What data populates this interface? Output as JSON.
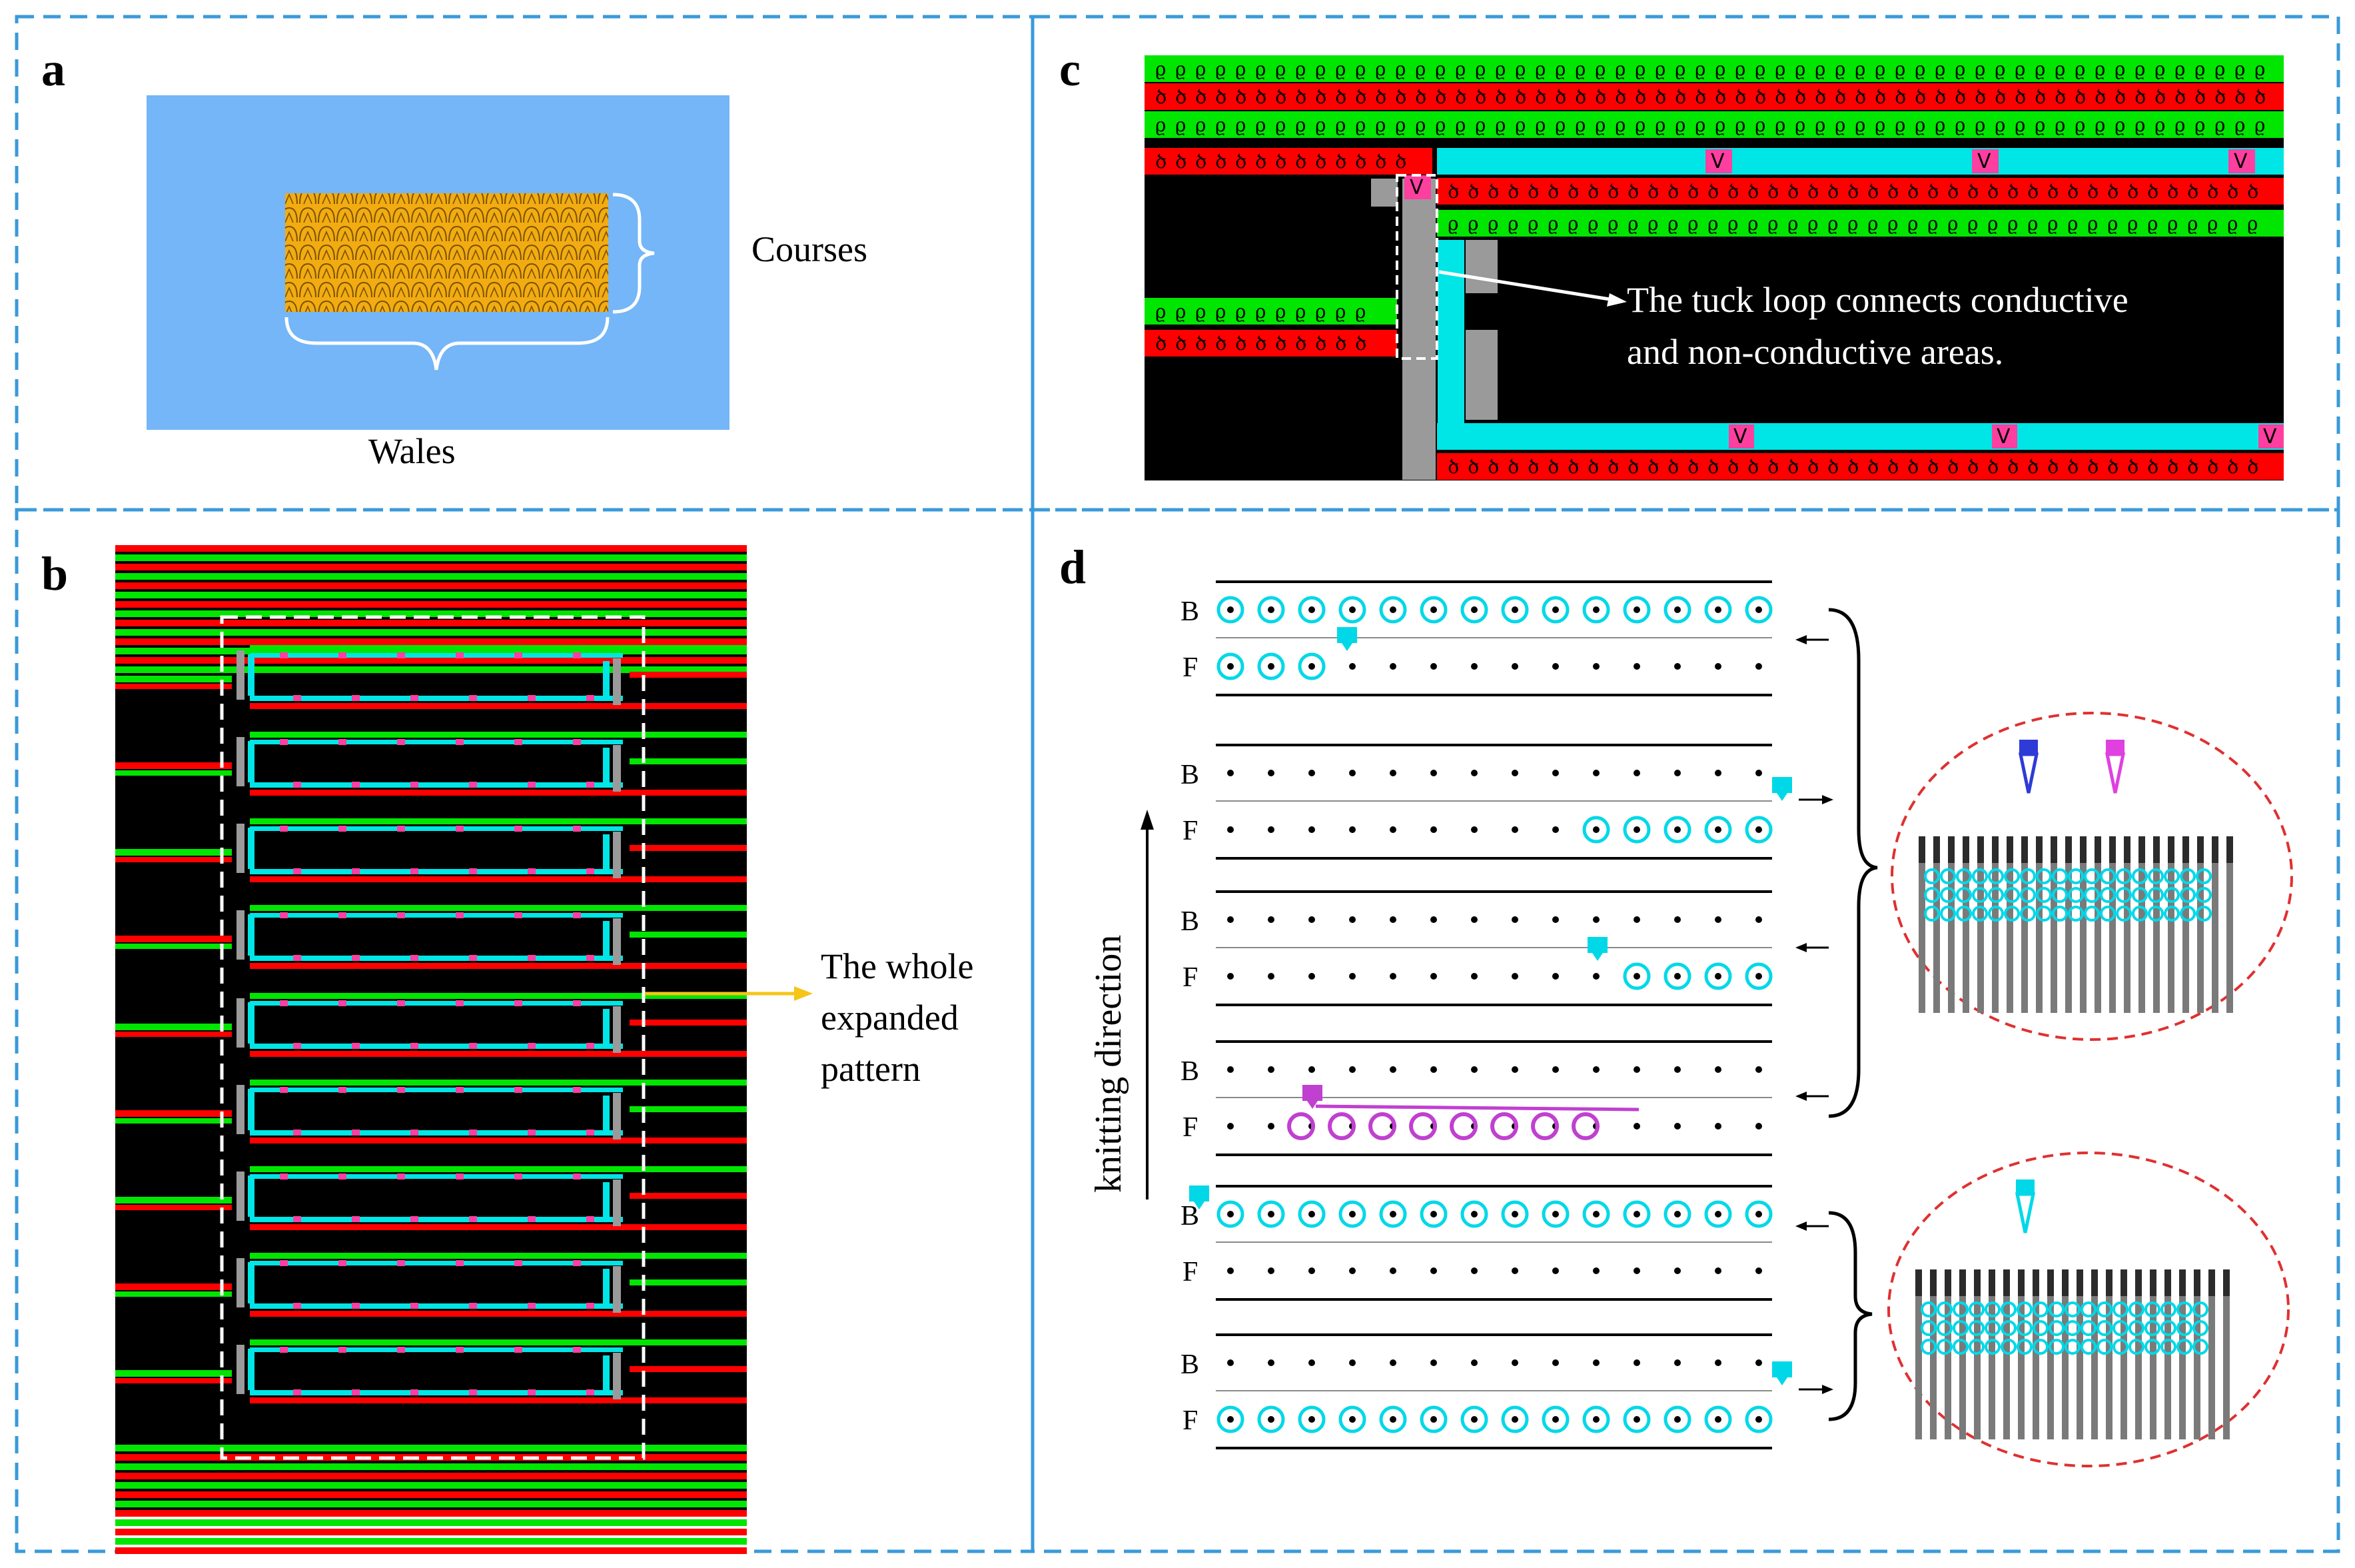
{
  "panels": {
    "a": {
      "letter": "a",
      "courses_label": "Courses",
      "wales_label": "Wales",
      "colors": {
        "background": "#74b6f7",
        "fabric": "#f2ac12"
      }
    },
    "b": {
      "letter": "b",
      "annotation": [
        "The whole",
        "expanded",
        "pattern"
      ],
      "colors": {
        "conductive": "#ff0000",
        "nonconductive": "#00e600",
        "connector": "#00e5e5",
        "tuck": "#ff3fa0",
        "transition": "#9a9a9a",
        "annotation_arrow": "#f5c518"
      }
    },
    "c": {
      "letter": "c",
      "tuck_mark": "V",
      "annotation": [
        "The tuck loop connects conductive",
        "and non-conductive areas."
      ]
    },
    "d": {
      "letter": "d",
      "axis_label": "knitting direction",
      "bed_back": "B",
      "bed_front": "F",
      "colors": {
        "yarn_cyan": "#00d8e8",
        "yarn_magenta": "#c040d0",
        "carrier_blue": "#2e3bd6",
        "inset_border": "#e03030"
      }
    }
  }
}
